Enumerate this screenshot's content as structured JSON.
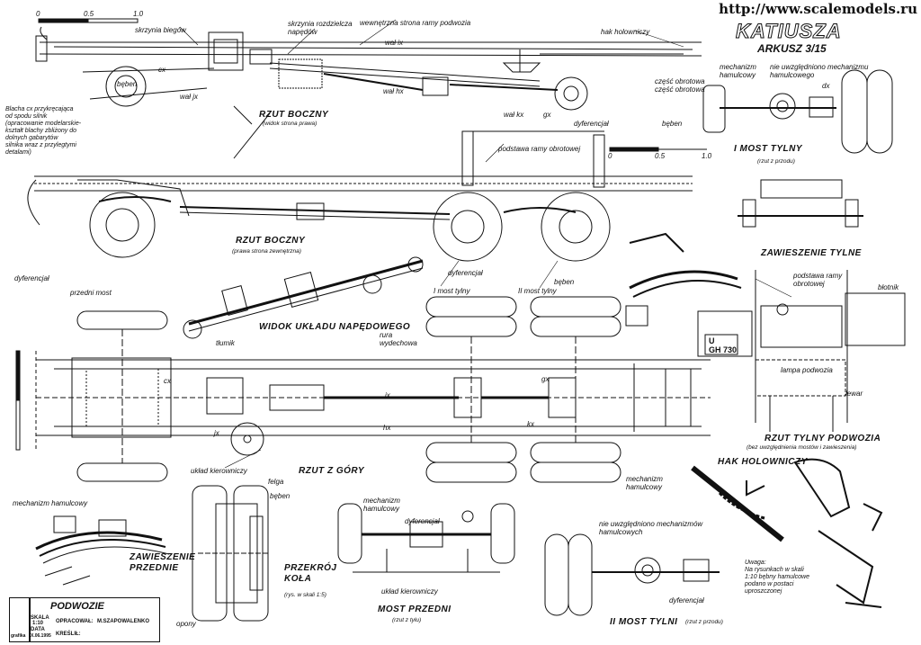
{
  "watermark": "http://www.scalemodels.ru",
  "sheet": {
    "name": "KATIUSZA",
    "number": "ARKUSZ 3/15",
    "scale_bar_labels": [
      "0",
      "0.5",
      "1.0"
    ]
  },
  "views": {
    "side_left": {
      "title": "RZUT BOCZNY",
      "subtitle": "(widok strona prawa)"
    },
    "side_right": {
      "title": "RZUT BOCZNY",
      "subtitle": "(prawa strona zewnętrzna)"
    },
    "drive": {
      "title": "WIDOK UKŁADU NAPĘDOWEGO"
    },
    "top": {
      "title": "RZUT Z GÓRY"
    },
    "rear_axle_1": {
      "title": "I MOST TYLNY",
      "subtitle": "(rzut z przodu)"
    },
    "rear_axle_2": {
      "title": "II MOST TYLNI",
      "subtitle": "(rzut z przodu)"
    },
    "rear_susp": {
      "title": "ZAWIESZENIE TYLNE"
    },
    "rear_frame": {
      "title": "RZUT TYLNY PODWOZIA",
      "subtitle": "(bez uwzględnienia mostów i zawieszenia)"
    },
    "hitch": {
      "title": "HAK HOLOWNICZY"
    },
    "front_susp": {
      "title": "ZAWIESZENIE\nPRZEDNIE"
    },
    "wheel_section": {
      "title": "PRZEKRÓJ\nKOŁA",
      "subtitle": "(rys. w skali 1:5)"
    },
    "front_axle": {
      "title": "MOST PRZEDNI",
      "subtitle": "(rzut z tyłu)"
    }
  },
  "labels": {
    "skrzynia_biegow": "skrzynia biegów",
    "skrzynia_rozdzielcza": "skrzynia rozdzielcza\nnapędów",
    "wewnetrzna_strona": "wewnętrzna strona ramy podwozia",
    "hak_holowniczy": "hak holowniczy",
    "wal_ix": "wał ix",
    "wal_jx": "wał jx",
    "wal_hx": "wał hx",
    "wal_kx": "wał kx",
    "beben": "bęben",
    "cx": "cx",
    "gx": "gx",
    "dx": "dx",
    "jx": "jx",
    "hx": "hx",
    "kx": "kx",
    "dyferencjal": "dyferencjał",
    "mech_hamulcowy": "mechanizm\nhamulcowy",
    "mech_hamulcowy_1": "mechanizm hamulcowy",
    "nie_uwzgl": "nie uwzględniono mechanizmu\nhamulcowego",
    "czesc_obrotowa": "część obrotowa\nczęść obrotowa",
    "blacha": "Blacha cx przykręcająca\nod spodu silnik\n(opracowanie modelarskie-\nkształt blachy zbliżony do\ndolnych gabarytów\nsilnika wraz z przylegtymi\ndetalami)",
    "podstawa_ramy": "podstawa ramy obrotowej",
    "podstawa_ramy_2": "podstawa ramy\nobrotowej",
    "dyf_short": "dyferencjał",
    "przedni_most": "przedni most",
    "i_most": "I most tylny",
    "ii_most": "II most tylny",
    "beben2": "bęben",
    "rura": "rura\nwydechowa",
    "tlumik": "tłumik",
    "lampa": "lampa podwozia",
    "blotnik": "błotnik",
    "lewar": "lewar",
    "tablica": "U\nGH 730",
    "uklad_kier": "układ kierowniczy",
    "uklad_kier2": "układ kierowniczy",
    "felga": "felga",
    "opony": "opony",
    "beben3": "bęben",
    "nie_uwzgl2": "nie uwzględniono mechanizmów\nhamulcowych",
    "uwaga": "Uwaga:\nNa rysunkach w skali\n1:10 bębny hamulcowe\npodano w postaci\nuproszczonej"
  },
  "title_block": {
    "title": "PODWOZIE",
    "skala_label": "SKALA",
    "skala_value": "1:10",
    "data_label": "DATA",
    "data_value": "X.06.1995",
    "opracowal_label": "OPRACOWAŁ:",
    "opracowal_value": "M.SZAPOWALENKO",
    "kreslil_label": "KREŚLIŁ:",
    "logo_text": "grafika"
  }
}
